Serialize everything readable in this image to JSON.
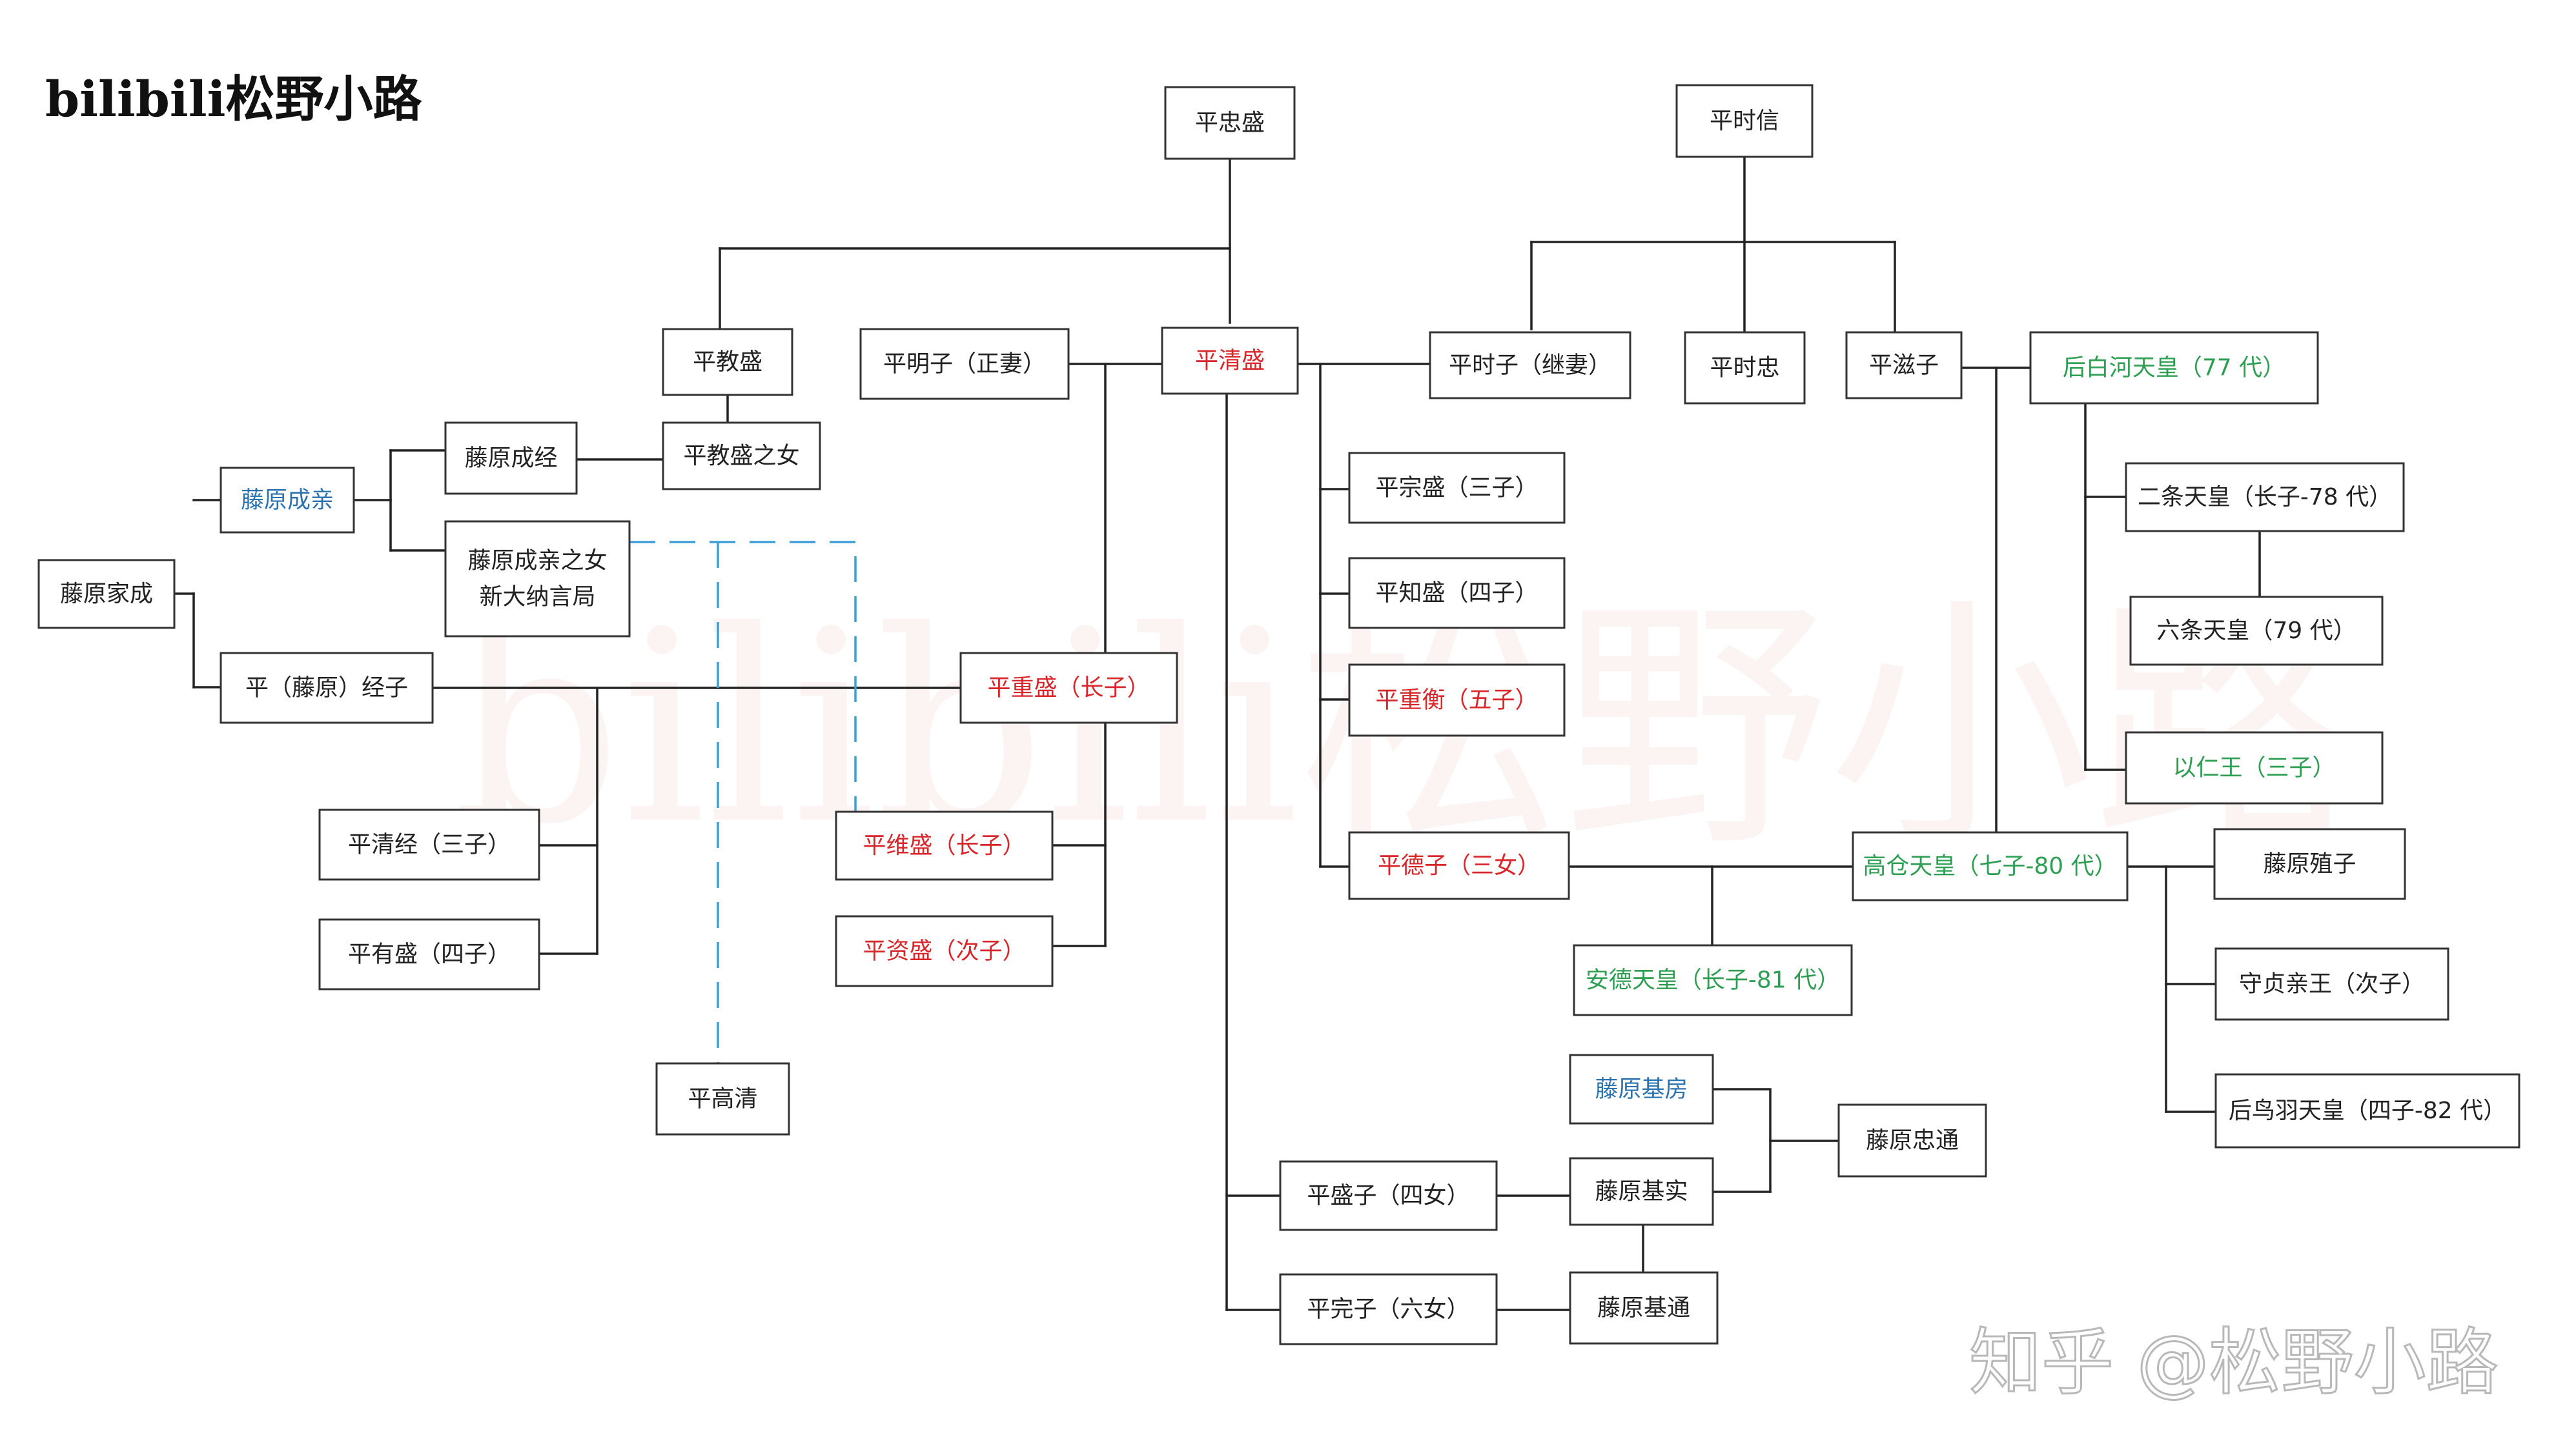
{
  "title": "bilibili松野小路",
  "watermark_center": "bilibili松野小路",
  "watermark_corner": "知乎 @松野小路",
  "colors": {
    "black": "#222222",
    "red": "#d9262a",
    "green": "#2e9e52",
    "blue": "#2b73b0",
    "dashed": "#3d9dd9"
  },
  "nodes": {
    "tadamori": {
      "label": "平忠盛",
      "color": "black"
    },
    "tokinobu": {
      "label": "平时信",
      "color": "black"
    },
    "norimori": {
      "label": "平教盛",
      "color": "black"
    },
    "akiko": {
      "label": "平明子（正妻）",
      "color": "black"
    },
    "kiyomori": {
      "label": "平清盛",
      "color": "red"
    },
    "tokiko": {
      "label": "平时子（继妻）",
      "color": "black"
    },
    "tokitada": {
      "label": "平时忠",
      "color": "black"
    },
    "shigeko": {
      "label": "平滋子",
      "color": "black"
    },
    "goshirakawa": {
      "label": "后白河天皇（77 代）",
      "color": "green"
    },
    "naritsune": {
      "label": "藤原成经",
      "color": "black"
    },
    "norimori_d": {
      "label": "平教盛之女",
      "color": "black"
    },
    "narichika": {
      "label": "藤原成亲",
      "color": "blue"
    },
    "narichika_d": {
      "label": "藤原成亲之女",
      "label2": "新大纳言局",
      "color": "black"
    },
    "ienari": {
      "label": "藤原家成",
      "color": "black"
    },
    "tsuneko": {
      "label": "平（藤原）经子",
      "color": "black"
    },
    "shigemori": {
      "label": "平重盛（长子）",
      "color": "red"
    },
    "munemori": {
      "label": "平宗盛（三子）",
      "color": "black"
    },
    "tomomori": {
      "label": "平知盛（四子）",
      "color": "black"
    },
    "shigehira": {
      "label": "平重衡（五子）",
      "color": "red"
    },
    "tokuko": {
      "label": "平德子（三女）",
      "color": "red"
    },
    "nijo": {
      "label": "二条天皇（长子-78 代）",
      "color": "black"
    },
    "rokujo": {
      "label": "六条天皇（79 代）",
      "color": "black"
    },
    "mochihito": {
      "label": "以仁王（三子）",
      "color": "green"
    },
    "takakura": {
      "label": "高仓天皇（七子-80 代）",
      "color": "green"
    },
    "shokushi": {
      "label": "藤原殖子",
      "color": "black"
    },
    "kiyotsune": {
      "label": "平清经（三子）",
      "color": "black"
    },
    "arimori": {
      "label": "平有盛（四子）",
      "color": "black"
    },
    "koremori": {
      "label": "平维盛（长子）",
      "color": "red"
    },
    "sukemori": {
      "label": "平资盛（次子）",
      "color": "red"
    },
    "antoku": {
      "label": "安德天皇（长子-81 代）",
      "color": "green"
    },
    "morisada": {
      "label": "守贞亲王（次子）",
      "color": "black"
    },
    "gotoba": {
      "label": "后鸟羽天皇（四子-82 代）",
      "color": "black"
    },
    "takakiyo": {
      "label": "平高清",
      "color": "black"
    },
    "motofusa": {
      "label": "藤原基房",
      "color": "blue"
    },
    "tadamichi": {
      "label": "藤原忠通",
      "color": "black"
    },
    "moriko": {
      "label": "平盛子（四女）",
      "color": "black"
    },
    "motozane": {
      "label": "藤原基实",
      "color": "black"
    },
    "kanshi": {
      "label": "平完子（六女）",
      "color": "black"
    },
    "motomichi": {
      "label": "藤原基通",
      "color": "black"
    }
  }
}
